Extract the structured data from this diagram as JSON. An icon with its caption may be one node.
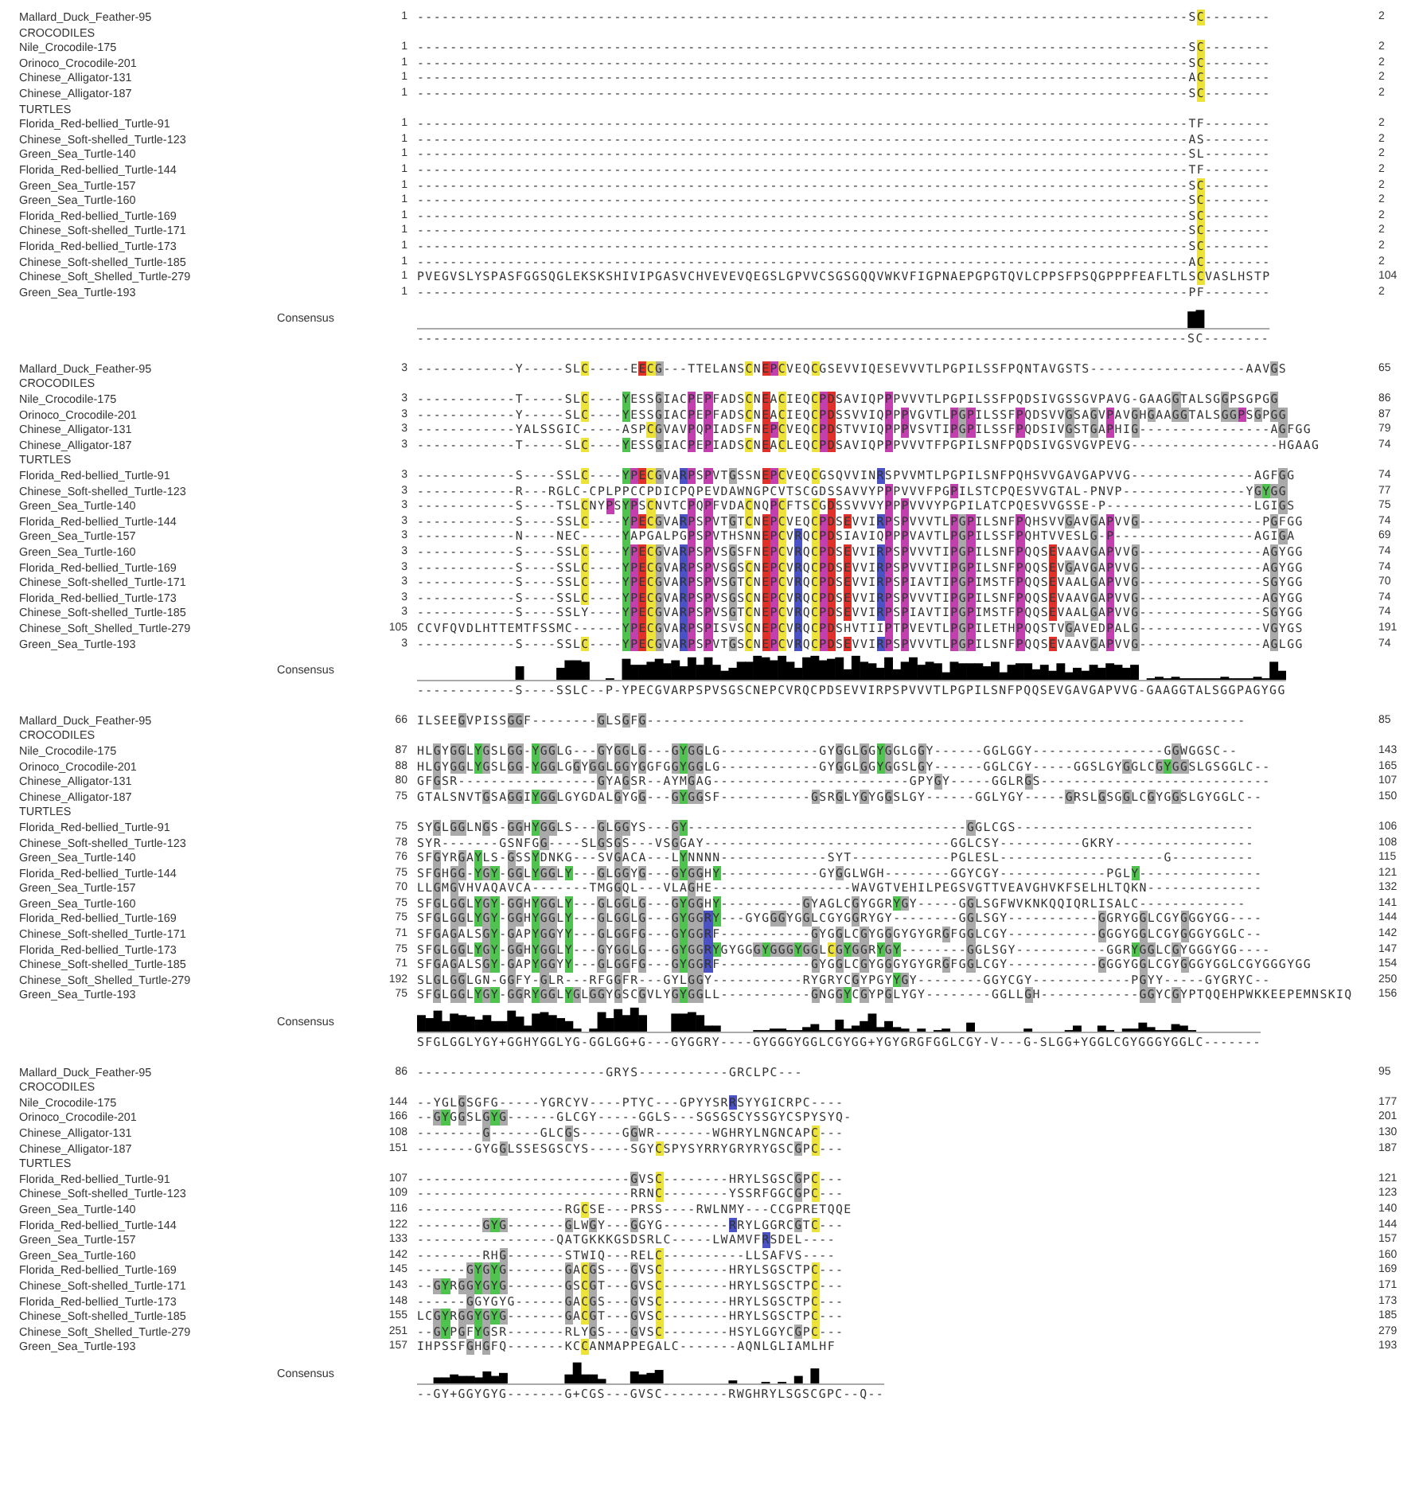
{
  "diagram": {
    "labels": [
      "Mallard_Duck_Feather-95",
      "1",
      "----------------------------------------------------------------------------------------------SC--------",
      "2",
      "CROCODILES",
      "Nile_Crocodile-175",
      "1",
      "----------------------------------------------------------------------------------------------SC--------",
      "2",
      "Orinoco_Crocodile-201",
      "1",
      "----------------------------------------------------------------------------------------------SC--------",
      "2",
      "Chinese_Alligator-131",
      "1",
      "----------------------------------------------------------------------------------------------AC--------",
      "2",
      "Chinese_Alligator-187",
      "1",
      "----------------------------------------------------------------------------------------------SC--------",
      "2",
      "TURTLES",
      "Florida_Red-bellied_Turtle-91",
      "1",
      "----------------------------------------------------------------------------------------------TF--------",
      "2",
      "Chinese_Soft-shelled_Turtle-123",
      "1",
      "----------------------------------------------------------------------------------------------AS--------",
      "2",
      "Green_Sea_Turtle-140",
      "1",
      "----------------------------------------------------------------------------------------------SL--------",
      "2",
      "Florida_Red-bellied_Turtle-144",
      "1",
      "----------------------------------------------------------------------------------------------TF--------",
      "2",
      "Green_Sea_Turtle-157",
      "1",
      "----------------------------------------------------------------------------------------------SC--------",
      "2",
      "Green_Sea_Turtle-160",
      "1",
      "----------------------------------------------------------------------------------------------SC--------",
      "2",
      "Florida_Red-bellied_Turtle-169",
      "1",
      "----------------------------------------------------------------------------------------------SC--------",
      "2",
      "Chinese_Soft-shelled_Turtle-171",
      "1",
      "----------------------------------------------------------------------------------------------SC--------",
      "2",
      "Florida_Red-bellied_Turtle-173",
      "1",
      "----------------------------------------------------------------------------------------------SC--------",
      "2",
      "Chinese_Soft-shelled_Turtle-185",
      "1",
      "----------------------------------------------------------------------------------------------AC--------",
      "2",
      "Chinese_Soft_Shelled_Turtle-279",
      "1",
      "PVEGVSLYSPASFGGSQGLEKSKSHIVIPGASVCHVEVEVQEGSLGPVVCSGSGQQVWKVFIGPNAEPGPGTQVLCPPSFPSQGPPPFEAFLTLSCVASLHSTP",
      "104",
      "Green_Sea_Turtle-193",
      "1",
      "----------------------------------------------------------------------------------------------PF--------",
      "2",
      "Consensus",
      "----------------------------------------------------------------------------------------------SC--------",
      "Mallard_Duck_Feather-95",
      "3",
      "------------Y-----SLC-----EECG---TTELANSCNEPCVEQCGSEVVIQESEVVVTLPGPILSSFPQNTAVGSTS-------------------AAVGS",
      "65",
      "CROCODILES",
      "Nile_Crocodile-175",
      "3",
      "------------T-----SLC----YESSGIACPEPFADSCNEACIEQCPDSAVIQPPPVVVTLPGPILSSFPQDSIVGSSGVPAVG-GAAGGTALSGGPSGPGG",
      "86",
      "Orinoco_Crocodile-201",
      "3",
      "------------Y-----SLC----YESSGIACPEPFADSCNEACIEQCPDSSVVIQPPPVGVTLPGPILSSFPQDSVVGSAGVPAVGHGAAGGTALSGGPSGPGG",
      "87",
      "Chinese_Alligator-131",
      "3",
      "------------YALSSGIC-----ASPCGVAVPQPIADSFNEPCVEQCPDSTVVIQPPPVSVTIPGPILSSFPQDSIVGSTGAPHIG----------------AGFGG",
      "79",
      "Chinese_Alligator-187",
      "3",
      "------------T-----SLC----YESSGIACPEPIADSCNEACLEQCPDSAVIQPPPVVVTFPGPILSNFPQDSIVGSVGVPEVG------------------HGAAG",
      "74",
      "TURTLES",
      "Florida_Red-bellied_Turtle-91",
      "3",
      "------------S----SSLC----YPECGVARPSPVTGSSNEPCVEQCGSQVVINRSPVVMTLPGPILSNFPQHSVVGAVGAPVVG---------------AGFGG",
      "74",
      "Chinese_Soft-shelled_Turtle-123",
      "3",
      "------------R---RGLC-CPLPPCCPDICPQPEVDAWNGPCVTSCGDSSAVVYPPPVVVFPGPILSTCPQESVVGTAL-PNVP---------------YGYGG",
      "77",
      "Green_Sea_Turtle-140",
      "3",
      "------------S----TSLCNYPSYPSCNVTCPQPFVDACNQPCFTSCGDSSVVVYPPPVVVYPGPILATCPQESVVGSSE-P------------------LGIGS",
      "75",
      "Florida_Red-bellied_Turtle-144",
      "3",
      "------------S----SSLC----YPECGVARPSPVTGTCNEPCVEQCPDSEVVIRPSPVVVTLPGPILSNFPQHSVVGAVGAPVVG---------------PGFGG",
      "74",
      "Green_Sea_Turtle-157",
      "3",
      "------------N----NEC-----YAPGALPGPSPVTHSNNEPCVRQCPDSIAVIQPPPVAVTLPGPILSSFPQHTVVESLG-P-----------------AGIGA",
      "69",
      "Green_Sea_Turtle-160",
      "3",
      "------------S----SSLC----YPECGVARPSPVSGSFNEPCVRQCPDSEVVIRPSPVVVTIPGPILSNFPQQSEVAAVGAPVVG---------------AGYGG",
      "74",
      "Florida_Red-bellied_Turtle-169",
      "3",
      "------------S----SSLC----YPECGVARPSPVSGSCNEPCVRQCPDSEVVIRPSPVVVTIPGPILSNFPQQSEVGAVGAPVVG---------------AGYGG",
      "74",
      "Chinese_Soft-shelled_Turtle-171",
      "3",
      "------------S----SSLC----YPECGVARPSPVSGTCNEPCVRQCPDSEVVIRPSPIAVTIPGPIMSTFPQQSEVAALGAPVVG---------------SGYGG",
      "70",
      "Florida_Red-bellied_Turtle-173",
      "3",
      "------------S----SSLC----YPECGVARPSPVSGSCNEPCVRQCPDSEVVIRPSPVVVTIPGPILSNFPQQSEVAAVGAPVVG---------------AGYGG",
      "74",
      "Chinese_Soft-shelled_Turtle-185",
      "3",
      "------------S----SSLY----YPECGVARPSPVSGTCNEPCVRQCPDSEVVIRPSPIAVTIPGPIMSTFPQQSEVAALGAPVVG---------------SGYGG",
      "74",
      "Chinese_Soft_Shelled_Turtle-279",
      "105",
      "CCVFQVDLHTTEMTFSSMC------YPECGVARPSPISVSCNEPCVRQCPDSHVTIIPTPVEVTLPGPILETHPQQSTVGAVEDPALG---------------VGYGS",
      "191",
      "Green_Sea_Turtle-193",
      "3",
      "------------S----SSLC----YPECGVARPSPVTGSCNEPCVRQCPDSEVVIRPSPVVVTLPGPILSNFPQQSEVAAVGAPVVG---------------AGLGG",
      "74",
      "Consensus",
      "------------S----SSLC--P-YPECGVARPSPVSGSCNEPCVRQCPDSEVVIRPSPVVVTLPGPILSNFPQQSEVGAVGAPVVG-GAAGGTALSGGPAGYGG",
      "Mallard_Duck_Feather-95",
      "66",
      "ILSEEGVPISSGGF--------GLSGFG-------------------------------------------------------------------------",
      "85",
      "CROCODILES",
      "Nile_Crocodile-175",
      "87",
      "HLGYGGLYGSLGG-YGGLG---GYGGLG---GYGGLG------------GYGGLGGYGGLGGY------GGLGGY----------------GGWGGSC--",
      "143",
      "Orinoco_Crocodile-201",
      "88",
      "HLGYGGLYGSLGG-YGGLGGYGGLGGYGGFGGYGGLG------------GYGGLGGYGGSLGY------GGLCGY-----GGSLGYGGLCGYGGSLGSGGLC--",
      "165",
      "Chinese_Alligator-131",
      "80",
      "GFGSR-----------------GYAGSR--AYMGAG------------------------GPYGY-----GGLRGS----------------------------",
      "107",
      "Chinese_Alligator-187",
      "75",
      "GTALSNVTGSAGGIYGGLGYGDALGYGG---GYGGSF-----------GSRGLYGYGGSLGY------GGLYGY-----GRSLGSGGLCGYGGSLGYGGLC--",
      "150",
      "TURTLES",
      "Florida_Red-bellied_Turtle-91",
      "75",
      "SYGLGGLNGS-GGHYGGLS---GLGGYS---GY----------------------------------GGLCGS-----------------------------",
      "106",
      "Chinese_Soft-shelled_Turtle-123",
      "78",
      "SYR-------GSNFGG----SLGSGS---VSGGAY------------------------------GGLCSY----------GKRY-----------------",
      "108",
      "Green_Sea_Turtle-140",
      "76",
      "SFGYRGAYLS-GSSYDNKG---SVGACA---LYNNNN-------------SYT------------PGLESL--------------------G----------",
      "115",
      "Florida_Red-bellied_Turtle-144",
      "75",
      "SFGHGG-YGY-GGLYGGLY---GLGGYG---GYGGHY------------GYGGLWGH--------GGYCGY-------------PGLY---------------",
      "121",
      "Green_Sea_Turtle-157",
      "70",
      "LLGMGVHVAQAVCA-------TMGGQL---VLAGHE-----------------WAVGTVEHILPEGSVGTTVEAVGHVKFSELHLTQKN--------------",
      "132",
      "Green_Sea_Turtle-160",
      "75",
      "SFGLGGLYGY-GGHYGGLY---GLGGLG---GYGGHY----------GYAGLCGYGGRYGY-----GGLSGFWVKNKQQIQRLISALC-------------",
      "141",
      "Florida_Red-bellied_Turtle-169",
      "75",
      "SFGLGGLYGY-GGHYGGLY---GLGGLG---GYGGRY---GYGGGYGGLCGYGGRYGY--------GGLSGY-----------GGRYGGLCGYGGGYGG----",
      "144",
      "Chinese_Soft-shelled_Turtle-171",
      "71",
      "SFGAGALSGY-GAPYGGYY---GLGGFG---GYGGRF-----------GYGGLCGYGGGYGYGRGFGGLCGY-----------GGGYGGLCGYGGGYGGLC--",
      "142",
      "Florida_Red-bellied_Turtle-173",
      "75",
      "SFGLGGLYGY-GGHYGGLY---GYGGLG---GYGGRYGYGGGYGGGYGGLCGYGGRYGY--------GGLSGY-----------GGRYGGLCGYGGGYGG----",
      "147",
      "Chinese_Soft-shelled_Turtle-185",
      "71",
      "SFGAGALSGY-GAPYGGYY---GLGGFG---GYGGRF-----------GYGGLCGYGGGYGYGRGFGGLCGY-----------GGGYGGLCGYGGGYGGLCGYGGGYGG",
      "154",
      "Chinese_Soft_Shelled_Turtle-279",
      "192",
      "SLGLGGLGN-GGFY-GLR---RFGGFR---GYLGGY-----------RYGRYCGYPGYYGY--------GGYCGY------------PGYY-----GYGRYC--",
      "250",
      "Green_Sea_Turtle-193",
      "75",
      "SFGLGGLYGY-GGRYGGLYGLGGYGSCGVLYGYGGLL-----------GNGGYCGYPGLYGY--------GGLLGH------------GGYCGYPTQQEHPWKKEEPEMNSKIQ",
      "156",
      "Consensus",
      "SFGLGGLYGY+GGHYGGLYG-GGLGG+G---GYGGRY----GYGGGYGGLCGYGG+YGYGRGFGGLCGY-V---G-SLGG+YGGLCGYGGGYGGLC-------",
      "Mallard_Duck_Feather-95",
      "86",
      "-----------------------GRYS-----------GRCLPC---",
      "95",
      "CROCODILES",
      "Nile_Crocodile-175",
      "144",
      "--YGLGSGFG-----YGRCYV----PTYC---GPYYSRRSYYGICRPC----",
      "177",
      "Orinoco_Crocodile-201",
      "166",
      "--GYGGSLGYG------GLCGY-----GGLS---SGSGSCYSSGYCSPYSYQ-",
      "201",
      "Chinese_Alligator-131",
      "108",
      "--------G------GLCGS-----GGWR-------WGHRYLNGNCAPC---",
      "130",
      "Chinese_Alligator-187",
      "151",
      "-------GYGGLSSESGSCYS-----SGYCSPYSYRRYGRYRYGSCGPC---",
      "187",
      "TURTLES",
      "Florida_Red-bellied_Turtle-91",
      "107",
      "--------------------------GVSC--------HRYLSGSCGPC---",
      "121",
      "Chinese_Soft-shelled_Turtle-123",
      "109",
      "--------------------------RRNC--------YSSRFGGCGPC---",
      "123",
      "Green_Sea_Turtle-140",
      "116",
      "------------------RGCSE---PRSS----RWLNMY---CCGPRETQQE",
      "140",
      "Florida_Red-bellied_Turtle-144",
      "122",
      "--------GYG-------GLWGY---GGYG--------RRYLGGRCGTC---",
      "144",
      "Green_Sea_Turtle-157",
      "133",
      "-----------------QATGKKKGSDSRLC-----LWAMVFRSDEL----",
      "157",
      "Green_Sea_Turtle-160",
      "142",
      "--------RHG-------STWIQ---RELC----------LLSAFVS----",
      "160",
      "Florida_Red-bellied_Turtle-169",
      "145",
      "------GYGYG-------GACGS---GVSC--------HRYLSGSCTPC---",
      "169",
      "Chinese_Soft-shelled_Turtle-171",
      "143",
      "--GYRGGYGYG-------GSCGT---GVSC--------HRYLSGSCTPC---",
      "171",
      "Florida_Red-bellied_Turtle-173",
      "148",
      "------GGYGYG------GACGS---GVSC--------HRYLSGSCTPC---",
      "173",
      "Chinese_Soft-shelled_Turtle-185",
      "155",
      "LCGYRGGYGYG-------GACGT---GVSC--------HRYLSGSCTPC---",
      "185",
      "Chinese_Soft_Shelled_Turtle-279",
      "251",
      "--GYPGFYGSR-------RLYGS---GVSC--------HSYLGGYCGPC---",
      "279",
      "Green_Sea_Turtle-193",
      "157",
      "IHPSSFGHGFQ-------KCCANMAPPEGALC-------AQNLGLIAMLHF",
      "193",
      "Consensus",
      "--GY+GGYGYG-------G+CGS---GVSC--------RWGHRYLSGSCGPC--Q--"
    ]
  }
}
